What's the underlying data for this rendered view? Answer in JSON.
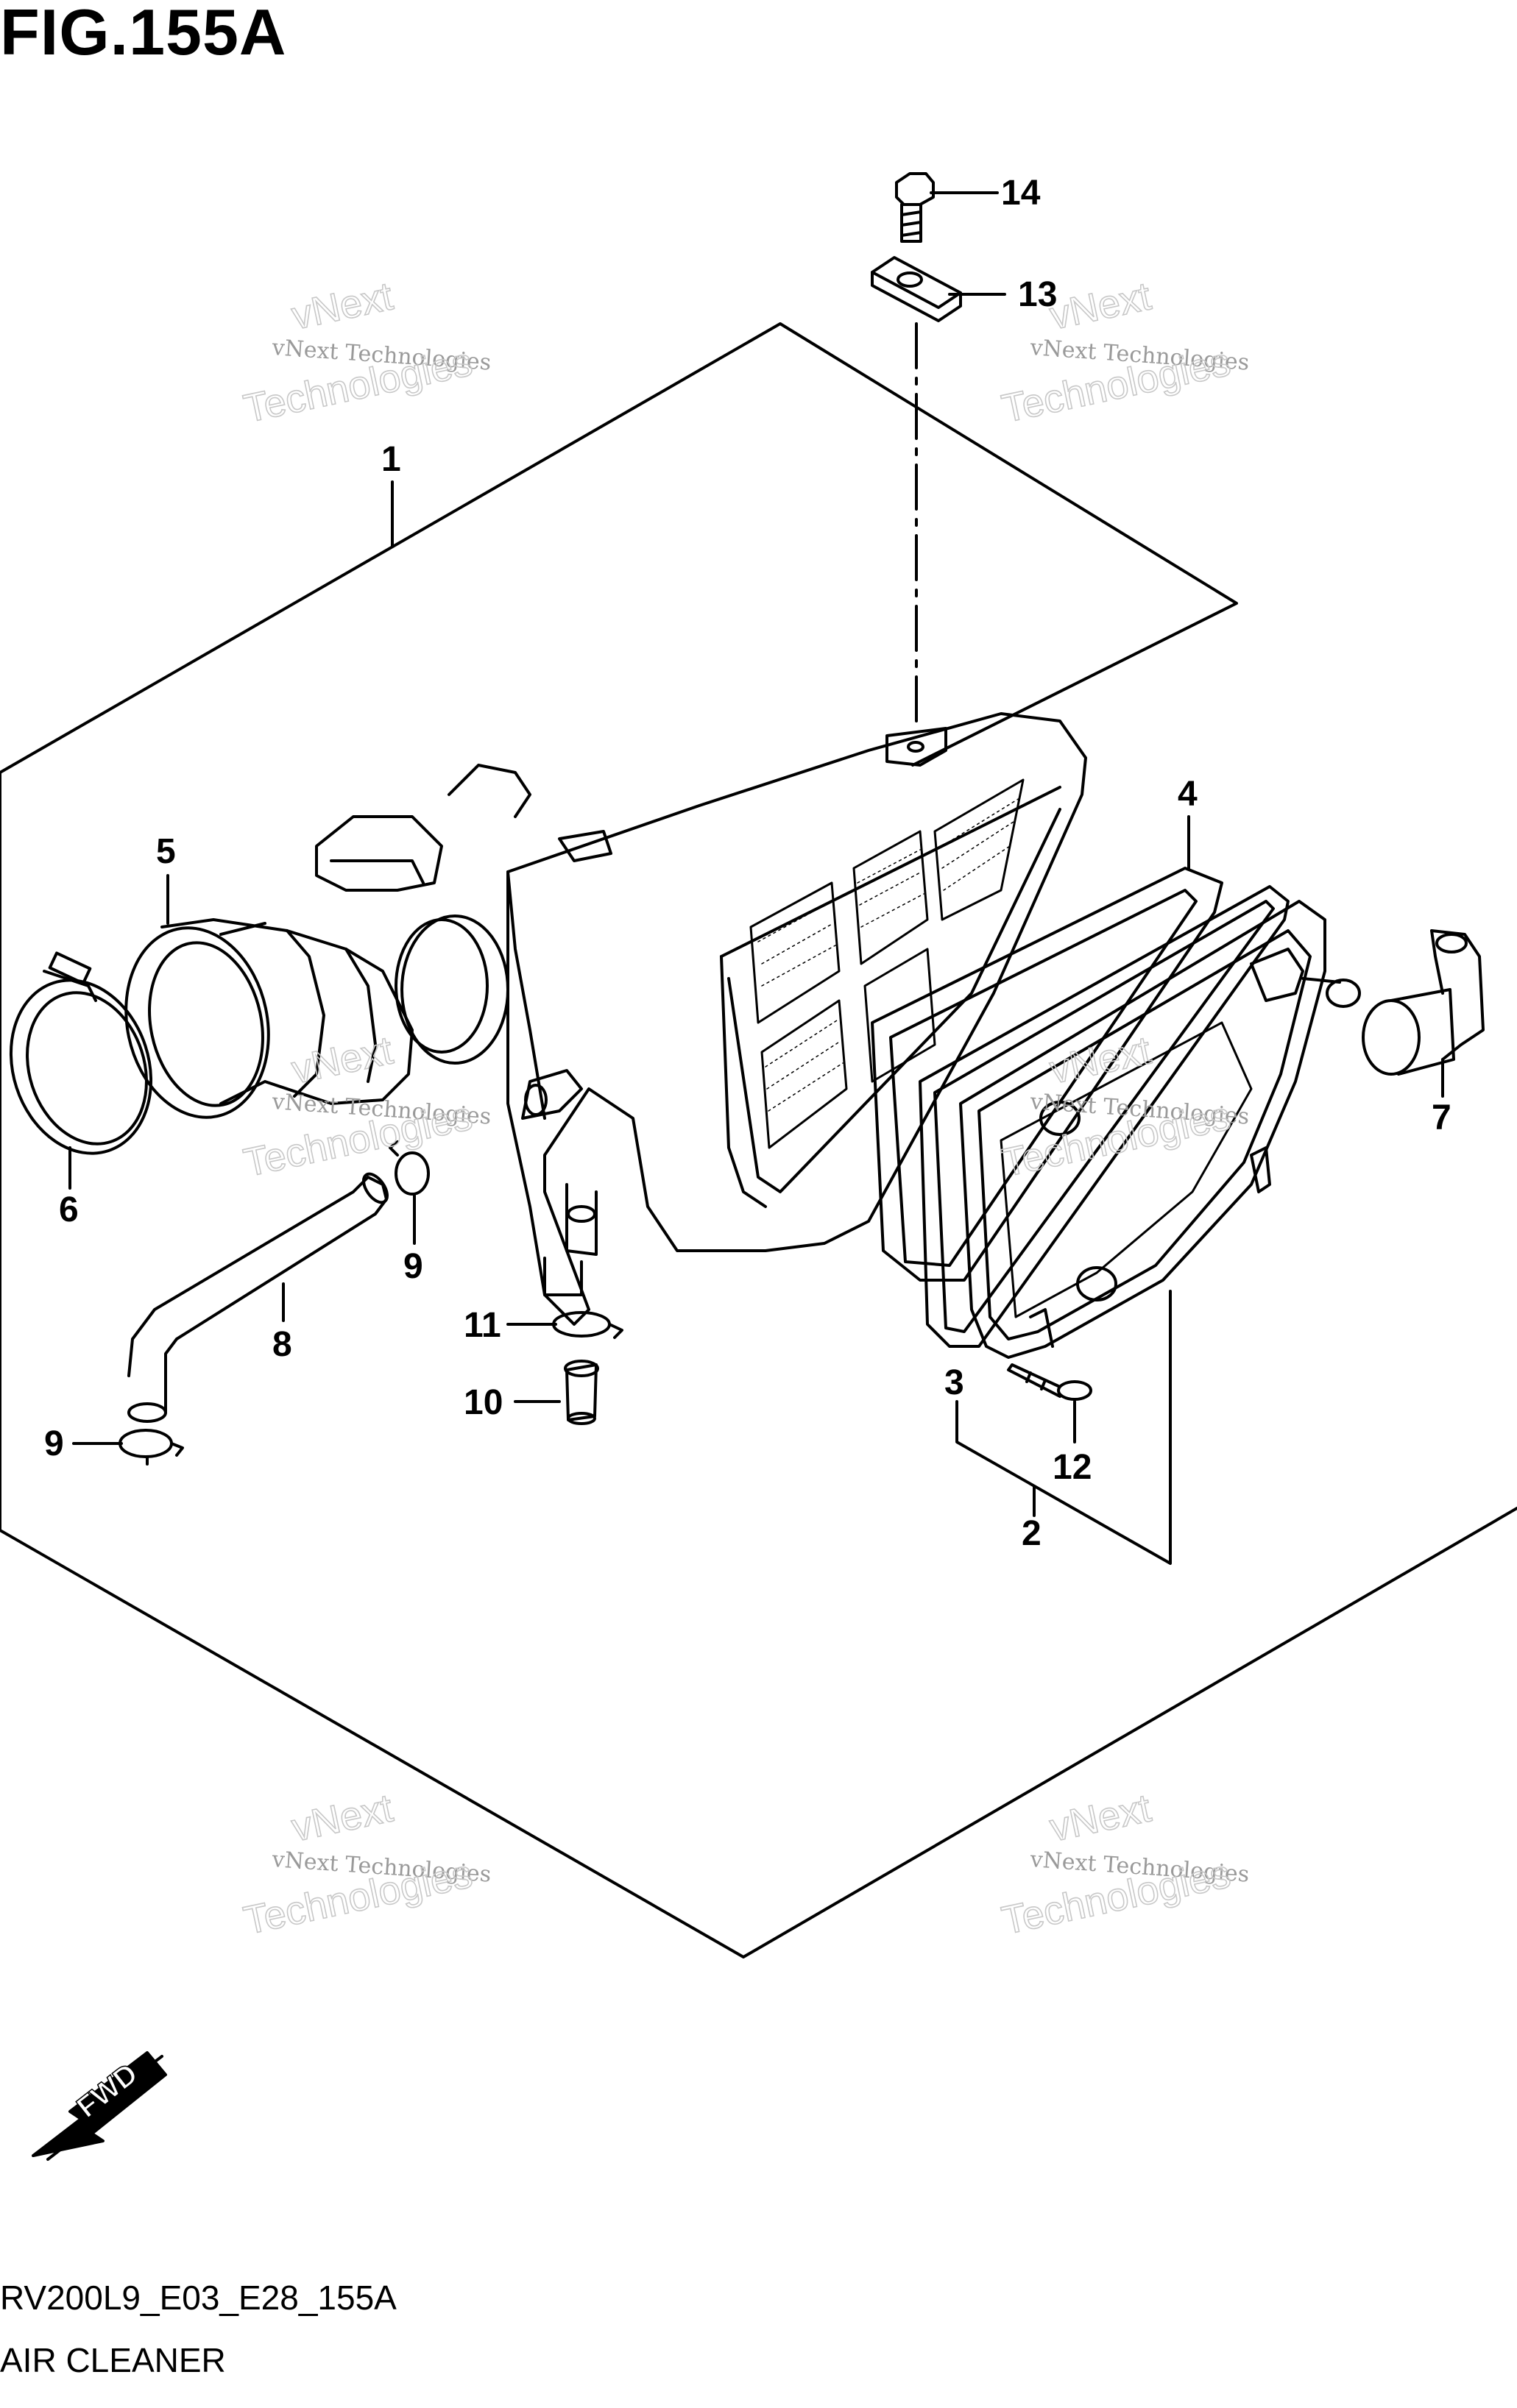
{
  "figure": {
    "title": "FIG.155A",
    "code": "RV200L9_E03_E28_155A",
    "name": "AIR CLEANER"
  },
  "callouts": [
    "1",
    "2",
    "3",
    "4",
    "5",
    "6",
    "7",
    "8",
    "9",
    "9",
    "10",
    "11",
    "12",
    "13",
    "14"
  ],
  "watermark": {
    "line1": "vNext Technologies",
    "line2": "Technologies",
    "line3": "vNext"
  },
  "direction_badge": "FWD"
}
